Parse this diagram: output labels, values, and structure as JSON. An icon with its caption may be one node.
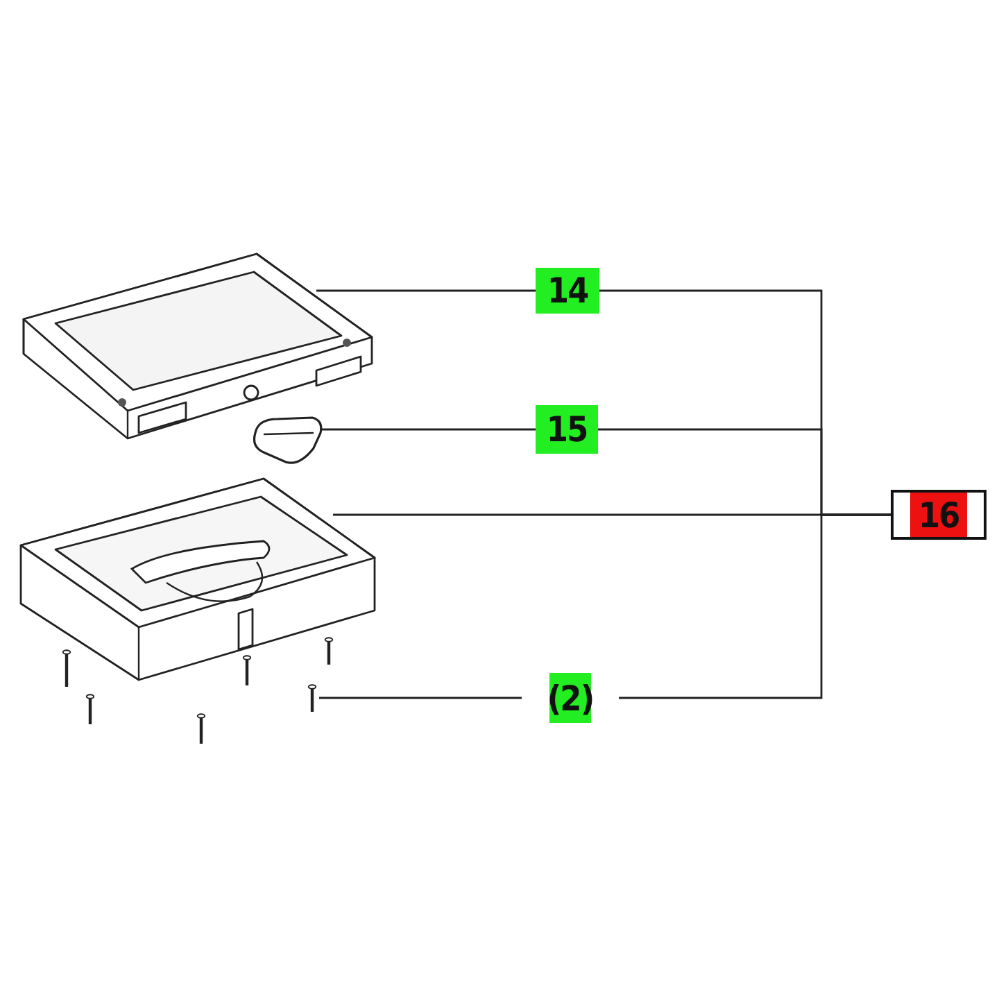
{
  "diagram": {
    "nodes": [
      {
        "text": [
          "14"
        ]
      },
      {
        "text": [
          "15"
        ]
      },
      {
        "text": [
          "16"
        ]
      },
      {
        "text": [
          "(2)"
        ]
      },
      {
        "text": [],
        "shape": "picture"
      },
      {
        "text": [],
        "shape": "picture"
      },
      {
        "text": [],
        "shape": "picture"
      },
      {
        "text": [],
        "shape": "picture"
      }
    ],
    "edges": [
      {
        "from": 0,
        "to": 4,
        "arrow": "none"
      },
      {
        "from": 1,
        "to": 5,
        "arrow": "none"
      },
      {
        "from": 2,
        "to": 6,
        "arrow": "none"
      },
      {
        "from": 3,
        "to": 7,
        "arrow": "none"
      },
      {
        "from": 2,
        "to": 0,
        "arrow": "none"
      },
      {
        "from": 2,
        "to": 1,
        "arrow": "none"
      },
      {
        "from": 2,
        "to": 3,
        "arrow": "none"
      }
    ]
  }
}
